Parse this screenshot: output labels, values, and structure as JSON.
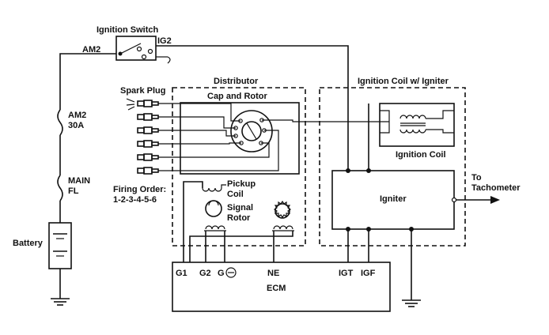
{
  "labels": {
    "ignition_switch": "Ignition Switch",
    "ig2": "IG2",
    "am2": "AM2",
    "fuse_am2_name": "AM2",
    "fuse_am2_rating": "30A",
    "fuse_main_name": "MAIN",
    "fuse_main_rating": "FL",
    "battery": "Battery",
    "spark_plug": "Spark Plug",
    "distributor": "Distributor",
    "cap_and_rotor": "Cap and Rotor",
    "firing_order_label": "Firing Order:",
    "firing_order_value": "1-2-3-4-5-6",
    "pickup_coil_line1": "Pickup",
    "pickup_coil_line2": "Coil",
    "signal_rotor_line1": "Signal",
    "signal_rotor_line2": "Rotor",
    "ignition_coil_w_igniter": "Ignition Coil w/ Igniter",
    "ignition_coil": "Ignition Coil",
    "igniter": "Igniter",
    "to_line1": "To",
    "tachometer": "Tachometer",
    "ecm": "ECM",
    "pin_g1": "G1",
    "pin_g2": "G2",
    "pin_g": "G",
    "pin_ne": "NE",
    "pin_igt": "IGT",
    "pin_igf": "IGF"
  },
  "plug_count": 6
}
